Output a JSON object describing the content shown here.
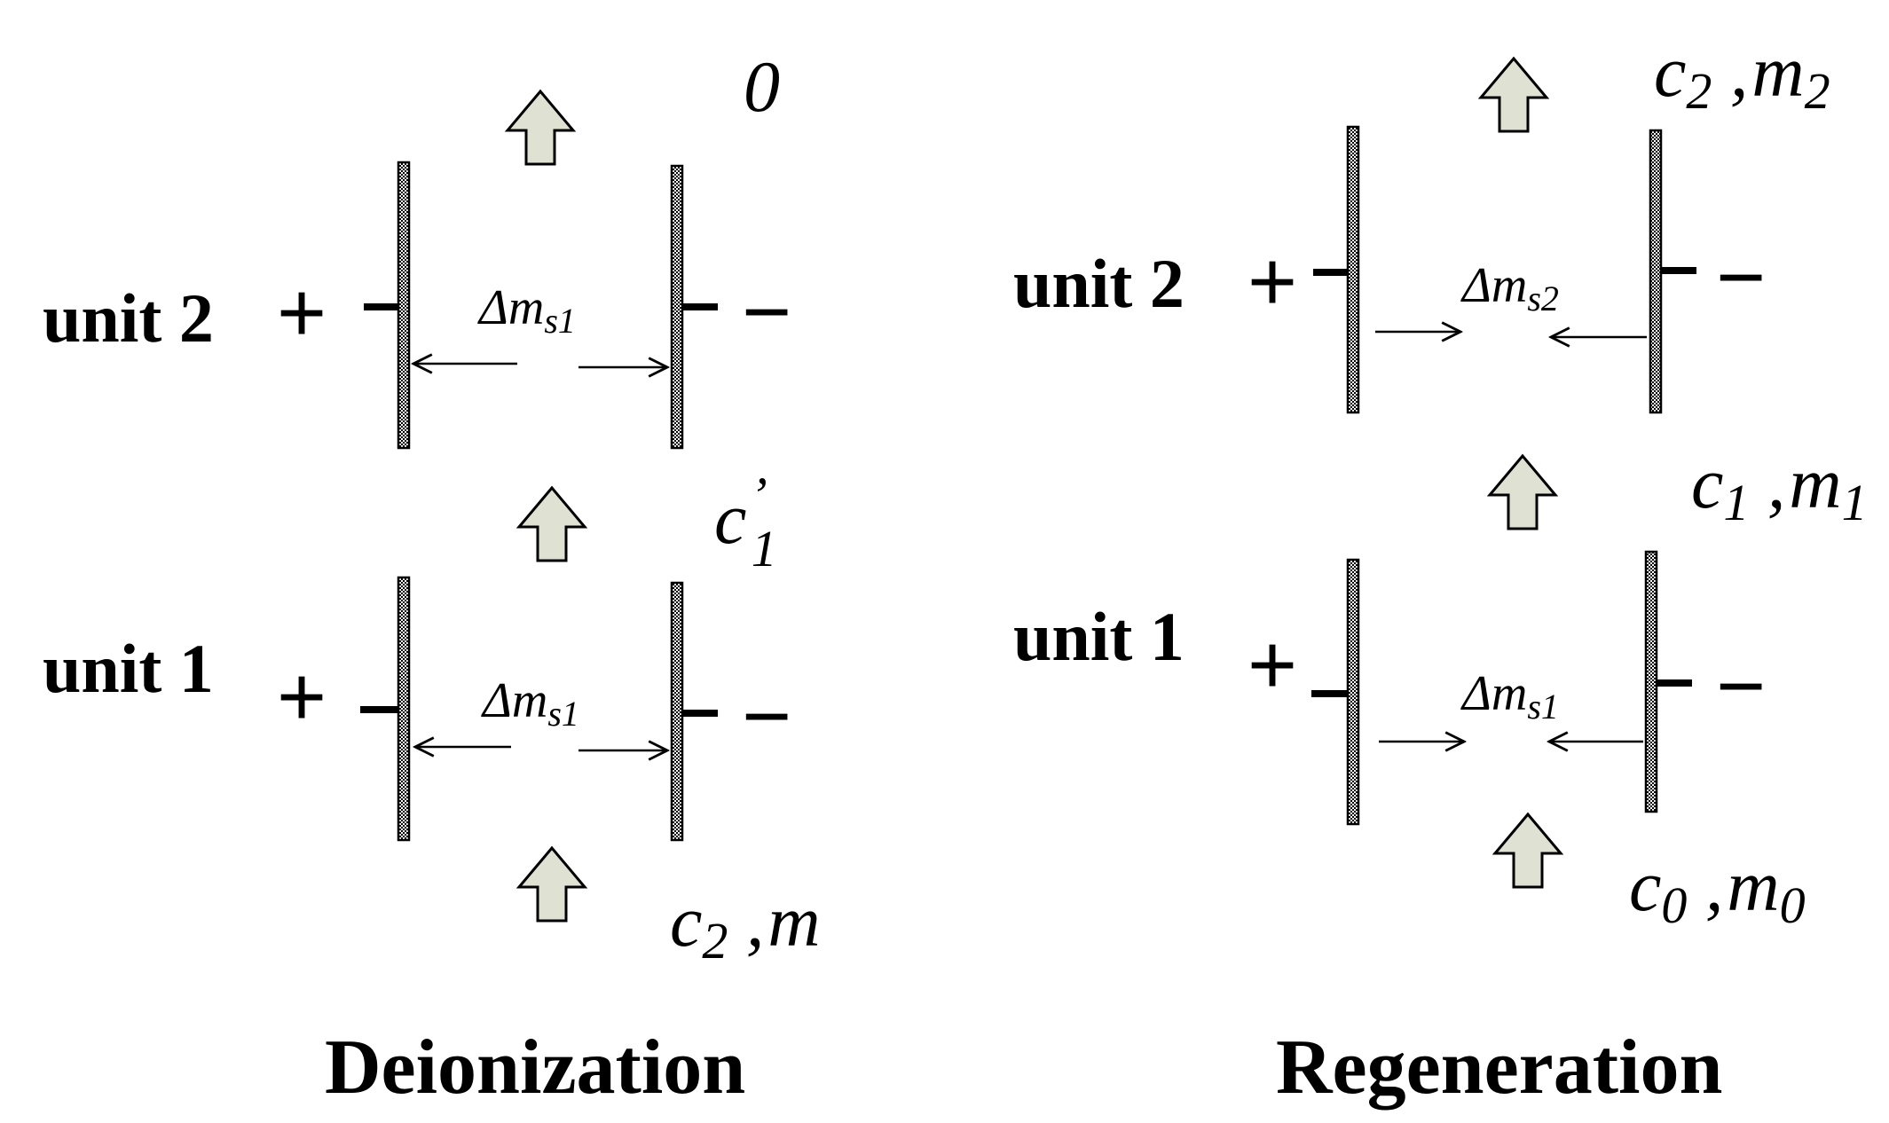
{
  "deionization": {
    "caption": "Deionization",
    "unit2": {
      "label": "unit 2",
      "plus": "+",
      "minus": "−",
      "transfer": {
        "base": "Δm",
        "sub": "s1"
      }
    },
    "unit1": {
      "label": "unit 1",
      "plus": "+",
      "minus": "−",
      "transfer": {
        "base": "Δm",
        "sub": "s1"
      }
    },
    "outlet": {
      "text": "0"
    },
    "middle": {
      "base": "c",
      "prime": "’",
      "sub": "1"
    },
    "inlet": {
      "c": "c",
      "c_sub": "2",
      "sep": " ,",
      "m": "m"
    }
  },
  "regeneration": {
    "caption": "Regeneration",
    "unit2": {
      "label": "unit 2",
      "plus": "+",
      "minus": "−",
      "transfer": {
        "base": "Δm",
        "sub": "s2"
      }
    },
    "unit1": {
      "label": "unit 1",
      "plus": "+",
      "minus": "−",
      "transfer": {
        "base": "Δm",
        "sub": "s1"
      }
    },
    "outlet": {
      "c": "c",
      "c_sub": "2",
      "sep": " ,",
      "m": "m",
      "m_sub": "2"
    },
    "middle": {
      "c": "c",
      "c_sub": "1",
      "sep": " ,",
      "m": "m",
      "m_sub": "1"
    },
    "inlet": {
      "c": "c",
      "c_sub": "0",
      "sep": " ,",
      "m": "m",
      "m_sub": "0"
    }
  },
  "colors": {
    "flow_arrow_fill": "#dfe2d3",
    "line": "#000000",
    "electrode_pattern": "checkered black-white"
  }
}
